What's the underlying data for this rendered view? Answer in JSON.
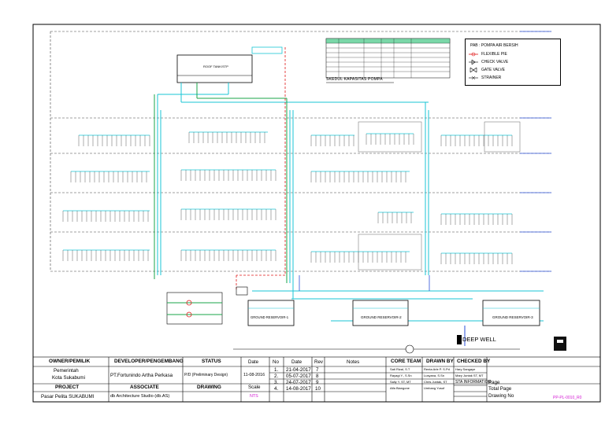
{
  "legend": {
    "items": [
      {
        "label": "PAB : POMPA AIR BERSIH",
        "icon": "pab-text"
      },
      {
        "label": "FLEXIBLE PIE",
        "icon": "flexible-pipe-icon"
      },
      {
        "label": "CHECK VALVE",
        "icon": "check-valve-icon"
      },
      {
        "label": "GATE VALVE",
        "icon": "gate-valve-icon"
      },
      {
        "label": "STRAINER",
        "icon": "strainer-icon"
      }
    ]
  },
  "schedule_title": "SKEDUL KAPASITAS POMPA",
  "roof_tank_label": "ROOF TANK/STP",
  "ground_reservoirs": [
    {
      "label": "GROUND RESERVOIR-1"
    },
    {
      "label": "GROUND RESERVOIR-2"
    },
    {
      "label": "GROUND RESERVOIR-3"
    }
  ],
  "deep_well": "DEEP WELL",
  "title_block": {
    "owner_header": "OWNER/PEMILIK",
    "owner_value_1": "Pemerintah",
    "owner_value_2": "Kota Sukabumi",
    "project_header": "PROJECT",
    "project_value": "Pasar Pelita SUKABUMI",
    "developer_header": "DEVELOPER/PENGEMBANG",
    "developer_value": "PT.Fortunindo Artha Perkasa",
    "associate_header": "ASSOCIATE",
    "associate_value": "db Architecture Studio (db.AS)",
    "status_header": "STATUS",
    "status_value": "P/D (Preliminary Design)",
    "drawing_header": "DRAWING",
    "date_header": "Date",
    "date_value": "11-08-2016",
    "scale_header": "Scale",
    "scale_value": "NTS",
    "rev_no_header": "No",
    "rev_date_header": "Date",
    "rev_header": "Rev",
    "notes_header": "Notes",
    "revisions": [
      {
        "no": "1.",
        "date": "21-04-2017",
        "rev": "7"
      },
      {
        "no": "2.",
        "date": "05-07-2017",
        "rev": "8"
      },
      {
        "no": "3.",
        "date": "24-07-2017",
        "rev": "9"
      },
      {
        "no": "4.",
        "date": "14-08-2017",
        "rev": "10"
      }
    ],
    "core_team_header": "CORE TEAM",
    "drawn_by_header": "DRAWN BY",
    "checked_by_header": "CHECKED BY",
    "page_label": "Page",
    "total_page_label": "Total Page",
    "drawing_no_label": "Drawing No",
    "drawing_no_value": "PP-PL-0010_R0",
    "core_team": [
      "Sati Rizal, S.T",
      "Rayagi Y., S.Sn",
      "Sally Y. ST, MT",
      "Alfa Biangone"
    ],
    "drawn_by": [
      "Renta Arle P. S.Pd",
      "Lusyana, S.Sn",
      "Chris Juntak, ST",
      "Umbang Yusuf"
    ],
    "checked_by": [
      "Hary Sangaye",
      "Mary Juntak ST, MT"
    ],
    "note_heading": "STA INFORMATION"
  },
  "colors": {
    "clean_water": "#19c6d6",
    "green_pipe": "#1aa64a",
    "red_line": "#e01818",
    "magenta": "#d41bd4",
    "blue_pipe": "#2a4fd8"
  }
}
